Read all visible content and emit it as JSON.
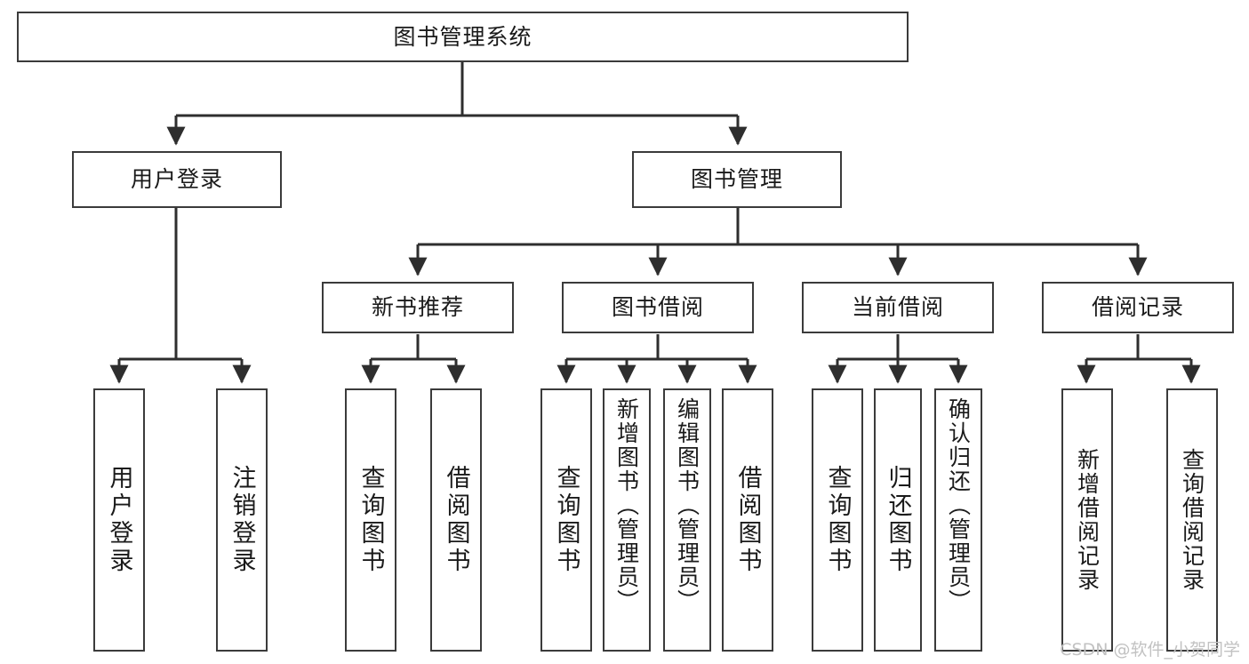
{
  "diagram": {
    "type": "tree-flowchart",
    "title": "图书管理系统",
    "watermark": "CSDN @软件_小贺同学",
    "colors": {
      "box_border": "#3b3b3b",
      "box_fill": "#ffffff",
      "connector": "#2e2e2e",
      "text": "#1a1a1a",
      "watermark": "#c2c2c2",
      "background": "#ffffff"
    },
    "root": {
      "label": "图书管理系统"
    },
    "level2": [
      {
        "label": "用户登录"
      },
      {
        "label": "图书管理"
      }
    ],
    "level3": [
      {
        "label": "新书推荐"
      },
      {
        "label": "图书借阅"
      },
      {
        "label": "当前借阅"
      },
      {
        "label": "借阅记录"
      }
    ],
    "leaves": {
      "user_login": [
        {
          "label": "用户登录"
        },
        {
          "label": "注销登录"
        }
      ],
      "new_book_recommend": [
        {
          "label": "查询图书"
        },
        {
          "label": "借阅图书"
        }
      ],
      "book_borrow": [
        {
          "label": "查询图书"
        },
        {
          "label": "新增图书（管理员）"
        },
        {
          "label": "编辑图书（管理员）"
        },
        {
          "label": "借阅图书"
        }
      ],
      "current_borrow": [
        {
          "label": "查询图书"
        },
        {
          "label": "归还图书"
        },
        {
          "label": "确认归还（管理员）"
        }
      ],
      "borrow_records": [
        {
          "label": "新增借阅记录"
        },
        {
          "label": "查询借阅记录"
        }
      ]
    }
  }
}
